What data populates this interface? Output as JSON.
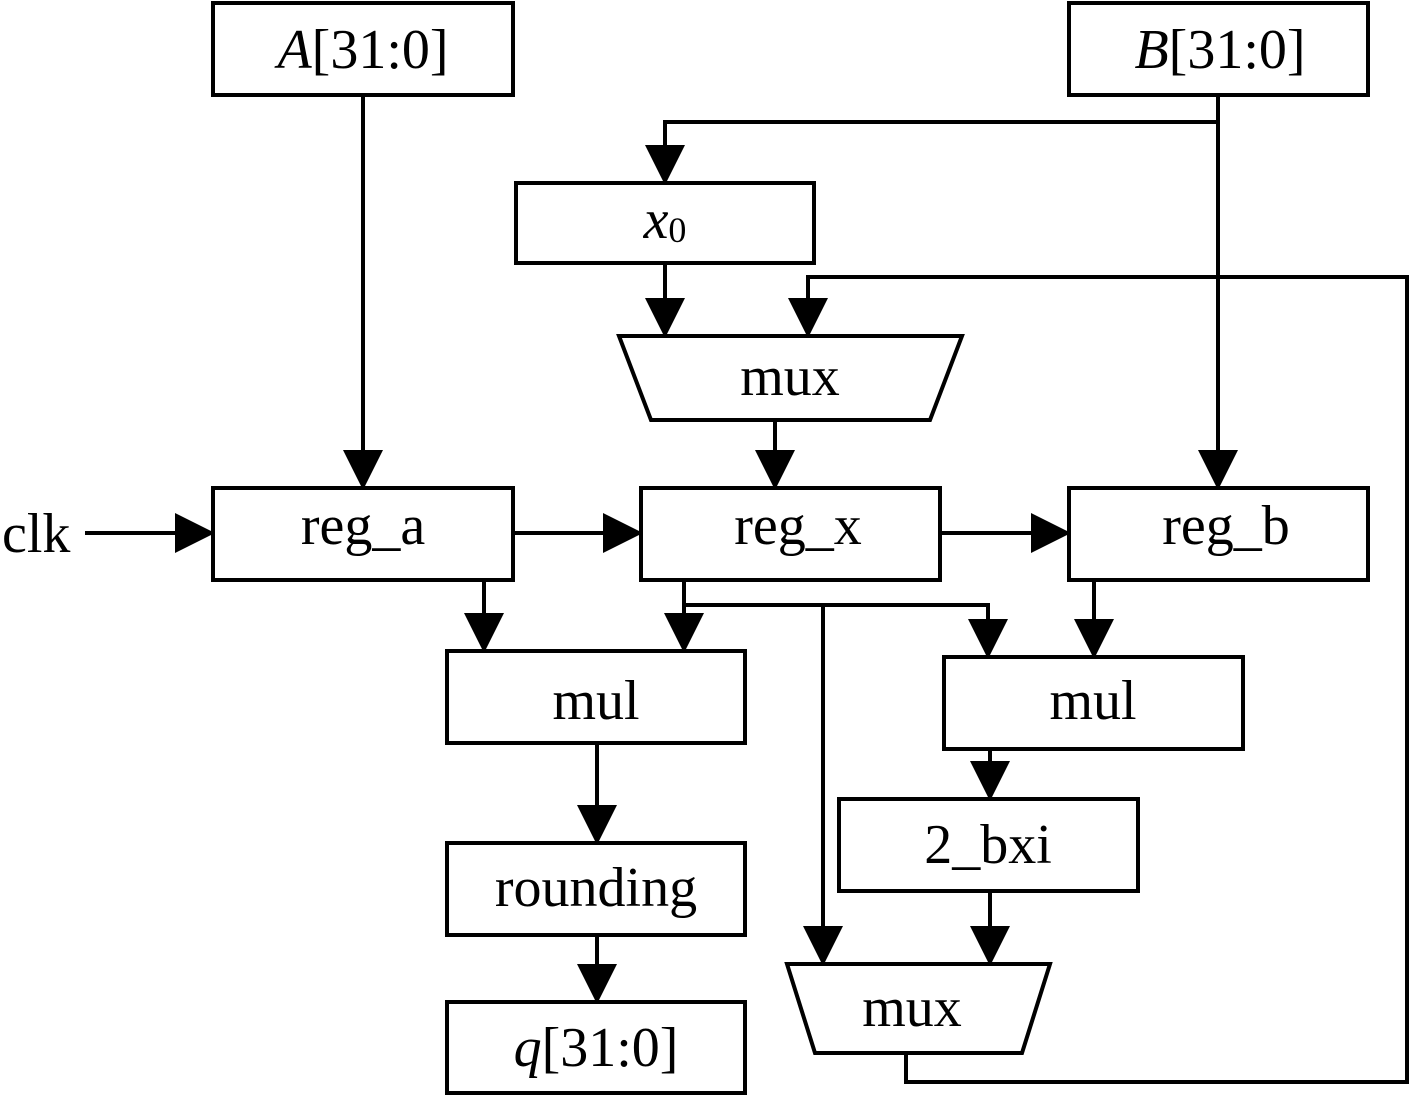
{
  "inputs": {
    "a": {
      "var": "A",
      "range": "[31:0]"
    },
    "b": {
      "var": "B",
      "range": "[31:0]"
    },
    "clk": "clk"
  },
  "blocks": {
    "x0": {
      "var": "x",
      "sub": "0"
    },
    "mux_top": "mux",
    "reg_a": "reg_a",
    "reg_x": "reg_x",
    "reg_b": "reg_b",
    "mul_left": "mul",
    "mul_right": "mul",
    "rounding": "rounding",
    "two_bxi": "2_bxi",
    "mux_bottom": "mux"
  },
  "output": {
    "var": "q",
    "range": "[31:0]"
  }
}
